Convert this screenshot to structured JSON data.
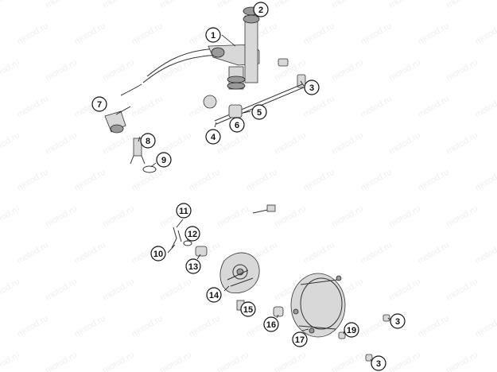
{
  "watermark_text": "motod.ru",
  "callouts": [
    "1",
    "2",
    "3",
    "4",
    "5",
    "6",
    "7",
    "8",
    "9",
    "10",
    "11",
    "12",
    "13",
    "14",
    "15",
    "16",
    "17",
    "19",
    "3",
    "3"
  ]
}
